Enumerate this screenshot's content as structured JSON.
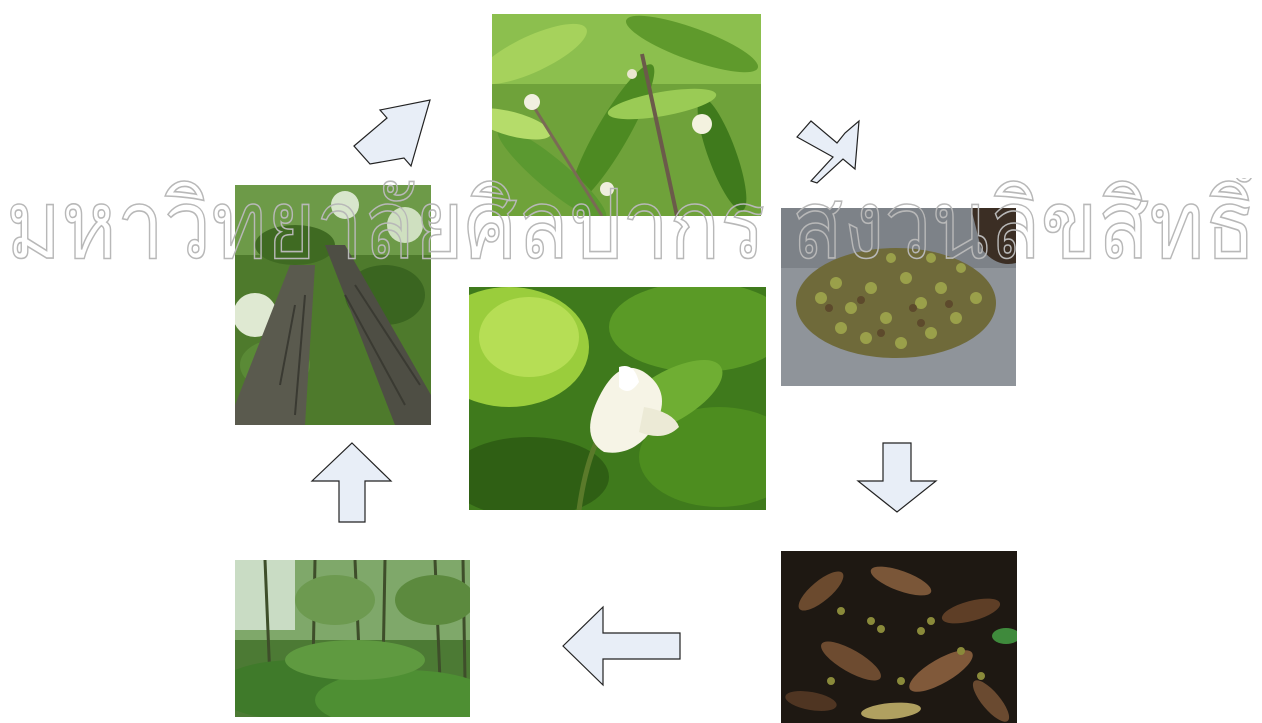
{
  "watermark": {
    "text": "มหาวิทยาลัยศิลปากร สงวนลิขสิทธิ์",
    "color": "#b8b8b8"
  },
  "cycle": {
    "stages": [
      {
        "id": "flowering-branch",
        "icon": "flowering-branch-photo"
      },
      {
        "id": "fruit-clusters",
        "icon": "fruit-clusters-photo"
      },
      {
        "id": "fallen-fruits",
        "icon": "fallen-fruits-photo"
      },
      {
        "id": "forest-seedlings",
        "icon": "forest-understory-photo"
      },
      {
        "id": "mature-trees",
        "icon": "tall-trees-photo"
      }
    ],
    "center": {
      "id": "white-flower",
      "icon": "white-flower-photo"
    },
    "arrow_fill": "#e8eef7",
    "arrow_stroke": "#222222"
  }
}
